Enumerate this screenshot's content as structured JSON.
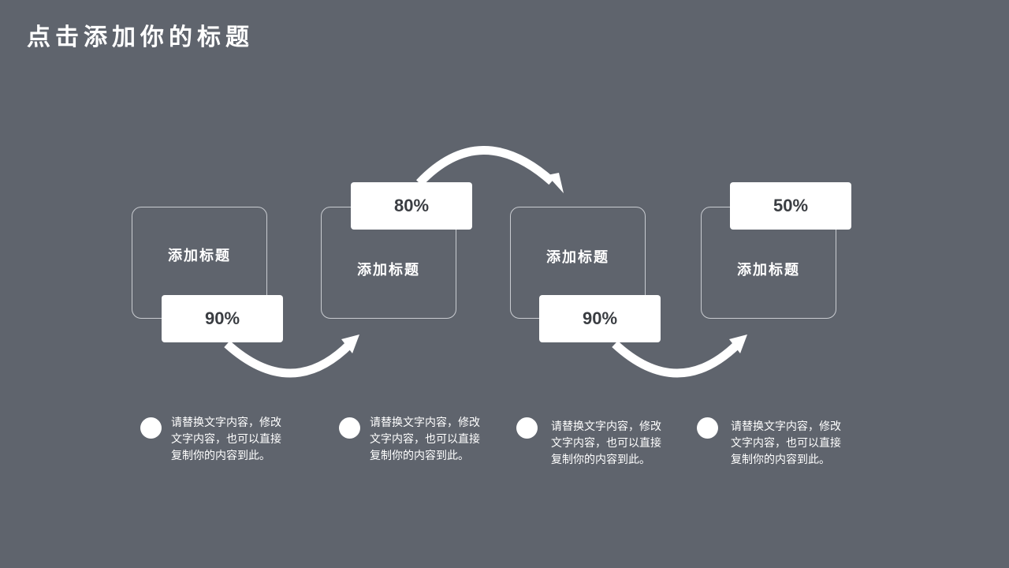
{
  "title": "点击添加你的标题",
  "steps": [
    {
      "label": "添加标题",
      "percent": "90%",
      "description": "请替换文字内容，修改文字内容，也可以直接复制你的内容到此。"
    },
    {
      "label": "添加标题",
      "percent": "80%",
      "description": "请替换文字内容，修改文字内容，也可以直接复制你的内容到此。"
    },
    {
      "label": "添加标题",
      "percent": "90%",
      "description": "请替换文字内容，修改文字内容，也可以直接复制你的内容到此。"
    },
    {
      "label": "添加标题",
      "percent": "50%",
      "description": "请替换文字内容，修改文字内容，也可以直接复制你的内容到此。"
    }
  ],
  "colors": {
    "background": "#5f646d",
    "foreground": "#ffffff",
    "percent_text": "#3a3d42",
    "box_border": "#c9ccd1"
  },
  "icons": [
    "curved-arrow-icon",
    "bullet-dot-icon"
  ]
}
